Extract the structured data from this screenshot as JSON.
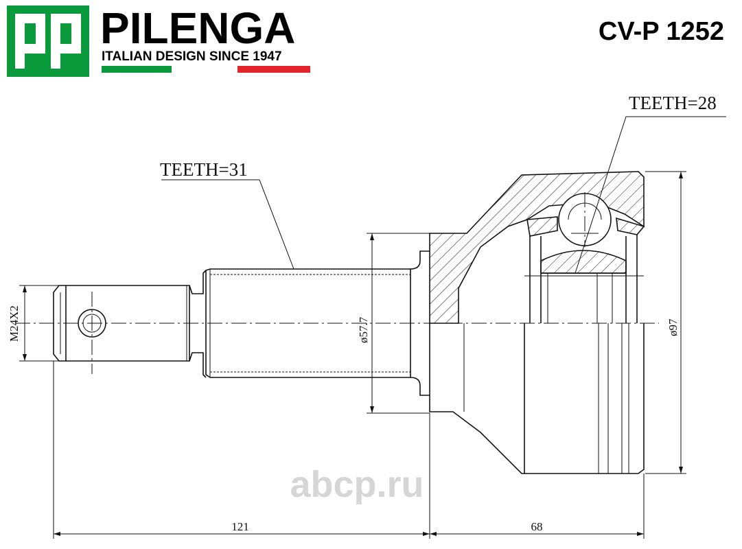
{
  "header": {
    "brand_name": "PILENGA",
    "tagline": "ITALIAN DESIGN SINCE 1947",
    "part_number": "CV-P 1252",
    "colors": {
      "logo_green": "#0a9a3c",
      "flag_green": "#0a9a3c",
      "flag_red": "#e3242b"
    }
  },
  "drawing": {
    "teeth_outer": "TEETH=28",
    "teeth_shaft": "TEETH=31",
    "thread": "M24X2",
    "shaft_diameter": "ø57.7",
    "housing_diameter": "ø97",
    "length_shaft": "121",
    "length_housing": "68"
  },
  "watermark": "abcp.ru"
}
